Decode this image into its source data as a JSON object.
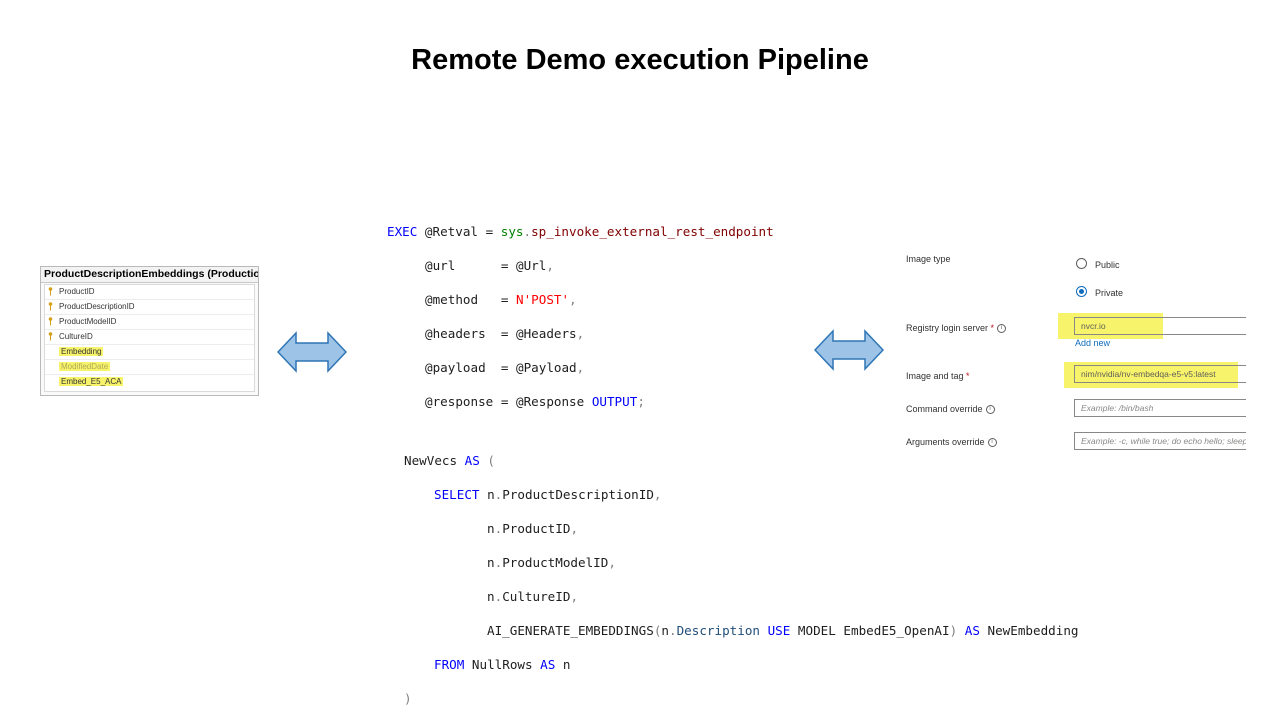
{
  "slide": {
    "title": "Remote Demo execution Pipeline"
  },
  "table": {
    "title": "ProductDescriptionEmbeddings (Production)",
    "columns": [
      {
        "name": "ProductID",
        "key": true,
        "highlighted": false
      },
      {
        "name": "ProductDescriptionID",
        "key": true,
        "highlighted": false
      },
      {
        "name": "ProductModelID",
        "key": true,
        "highlighted": false
      },
      {
        "name": "CultureID",
        "key": true,
        "highlighted": false
      },
      {
        "name": "Embedding",
        "key": false,
        "highlighted": true
      },
      {
        "name": "ModifiedDate",
        "key": false,
        "highlighted": true
      },
      {
        "name": "Embed_E5_ACA",
        "key": false,
        "highlighted": true
      }
    ]
  },
  "exec_code": {
    "l1": {
      "kw": "EXEC",
      "var": " @Retval = ",
      "schema": "sys",
      "dot": ".",
      "proc": "sp_invoke_external_rest_endpoint"
    },
    "l2": {
      "name": "@url      = @Url",
      "comma": ","
    },
    "l3": {
      "name": "@method   = ",
      "str": "N'POST'",
      "comma": ","
    },
    "l4": {
      "name": "@headers  = @Headers",
      "comma": ","
    },
    "l5": {
      "name": "@payload  = @Payload",
      "comma": ","
    },
    "l6": {
      "name": "@response = @Response ",
      "kw": "OUTPUT",
      "semi": ";"
    }
  },
  "cte_code": {
    "l1": {
      "name": "NewVecs ",
      "kw": "AS",
      "paren": " ("
    },
    "l2": {
      "kw": "SELECT",
      "t1": " n",
      "dot": ".",
      "t2": "ProductDescriptionID",
      "comma": ","
    },
    "l3": {
      "t1": "n",
      "dot": ".",
      "t2": "ProductID",
      "comma": ","
    },
    "l4": {
      "t1": "n",
      "dot": ".",
      "t2": "ProductModelID",
      "comma": ","
    },
    "l5": {
      "t1": "n",
      "dot": ".",
      "t2": "CultureID",
      "comma": ","
    },
    "l6": {
      "fn": "AI_GENERATE_EMBEDDINGS",
      "p1": "(",
      "t1": "n",
      "dot": ".",
      "t2": "Description",
      "kw1": " USE",
      "model": " MODEL EmbedE5_OpenAI",
      "p2": ")",
      "kw2": " AS",
      "alias": " NewEmbedding"
    },
    "l7": {
      "kw": "FROM",
      "t1": " NullRows ",
      "kw2": "AS",
      "t2": " n"
    },
    "l8": {
      "paren": ")"
    }
  },
  "container_form": {
    "image_type_label": "Image type",
    "public_label": "Public",
    "private_label": "Private",
    "selected": "Private",
    "registry_label": "Registry login server",
    "registry_value": "nvcr.io",
    "add_new": "Add new",
    "image_tag_label": "Image and tag",
    "image_tag_value": "nim/nvidia/nv-embedqa-e5-v5:latest",
    "command_label": "Command override",
    "command_placeholder": "Example: /bin/bash",
    "args_label": "Arguments override",
    "args_placeholder": "Example: -c, while true; do echo hello; sleep",
    "required_mark": " *",
    "info_glyph": "i"
  },
  "colors": {
    "highlight": "#f7f36a",
    "arrow_fill": "#9dc3e6",
    "arrow_stroke": "#2e75b6",
    "link": "#0f6cbd"
  }
}
